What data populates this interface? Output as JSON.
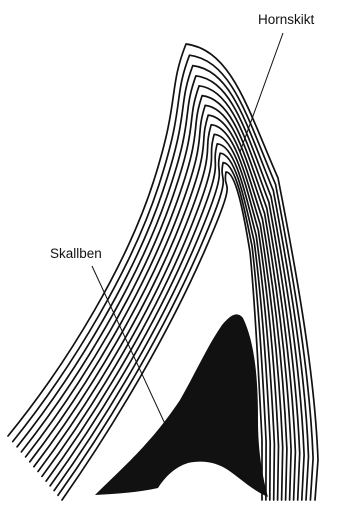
{
  "labels": {
    "horn_layers": "Hornskikt",
    "skull_bone": "Skallben"
  },
  "colors": {
    "ink": "#111111",
    "background": "#ffffff"
  },
  "layer_count": 14
}
